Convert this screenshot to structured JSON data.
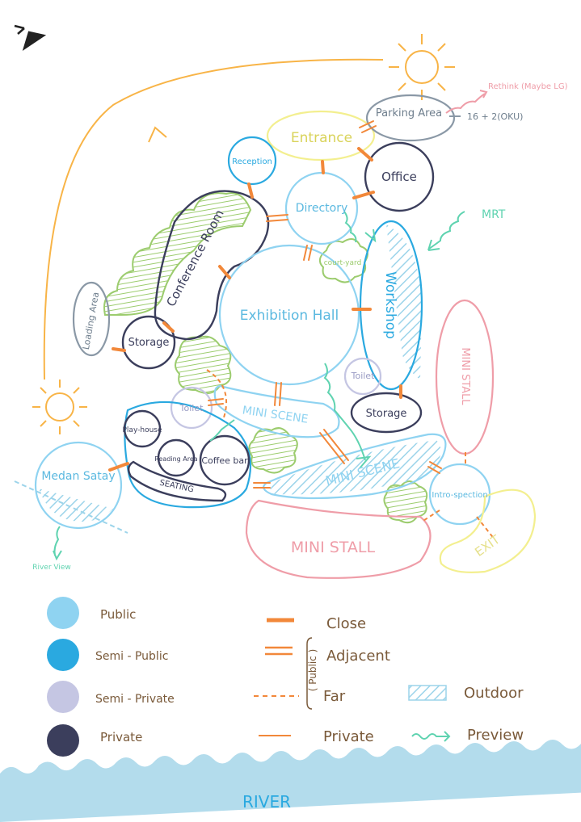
{
  "colors": {
    "public": "#8fd3f1",
    "semi_public": "#2aa9e0",
    "semi_private": "#c5c6e3",
    "private": "#3b3e5c",
    "close": "#f2883a",
    "adjacent": "#f2883a",
    "far": "#f2883a",
    "outdoor": "#9cd4ea",
    "preview": "#5fd3b0",
    "green": "#9ccc6e",
    "river": "#b3dcec",
    "orange_sun": "#f8b447",
    "pink": "#ef9da8",
    "yellow": "#f3ef8f",
    "brown": "#7a5a3a"
  },
  "spaces": {
    "entrance": "Entrance",
    "parking_area": "Parking Area",
    "parking_count": "16 + 2(OKU)",
    "rethink": "Rethink (Maybe LG)",
    "office": "Office",
    "reception": "Reception",
    "directory": "Directory",
    "conference_room": "Conference Room",
    "courtyard": "court-yard",
    "mrt": "MRT",
    "workshop": "Workshop",
    "exhibition_hall": "Exhibition Hall",
    "loading_area": "Loading Area",
    "storage_left": "Storage",
    "toilet_left": "Toilet",
    "toilet_right": "Toilet",
    "storage_right": "Storage",
    "mini_stall_right": "MINI STALL",
    "mini_scene_upper": "MINI SCENE",
    "mini_scene_lower": "MINI SCENE",
    "playhouse": "Play-house",
    "reading_area": "Reading Area",
    "coffee_bar": "Coffee bar",
    "seating": "SEATING",
    "medan_satay": "Medan Satay",
    "river_view": "River View",
    "introspection": "Intro-spection",
    "exit": "EXIT",
    "mini_stall_bottom": "MINI STALL"
  },
  "legend": {
    "public": "Public",
    "semi_public": "Semi - Public",
    "semi_private": "Semi - Private",
    "private": "Private",
    "close": "Close",
    "adjacent": "Adjacent",
    "public_bracket": "( Public )",
    "far": "Far",
    "private_line": "Private",
    "outdoor": "Outdoor",
    "preview": "Preview"
  },
  "river": "RIVER"
}
